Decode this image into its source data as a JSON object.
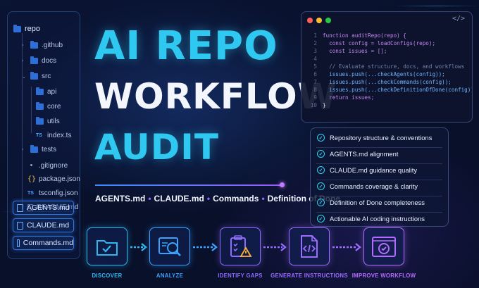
{
  "file_tree": {
    "root": "repo",
    "items": [
      {
        "label": ".github",
        "kind": "folder"
      },
      {
        "label": "docs",
        "kind": "folder"
      },
      {
        "label": "src",
        "kind": "folder"
      },
      {
        "label": "api",
        "kind": "folder"
      },
      {
        "label": "core",
        "kind": "folder"
      },
      {
        "label": "utils",
        "kind": "folder"
      },
      {
        "label": "index.ts",
        "kind": "ts"
      },
      {
        "label": "tests",
        "kind": "folder"
      },
      {
        "label": ".gitignore",
        "kind": "dotfile"
      },
      {
        "label": "package.json",
        "kind": "json"
      },
      {
        "label": "tsconfig.json",
        "kind": "ts"
      },
      {
        "label": "README.md",
        "kind": "markdown"
      }
    ],
    "highlighted": [
      "AGENTS.md",
      "CLAUDE.md",
      "Commands.md"
    ]
  },
  "title": {
    "line1": "AI REPO",
    "line2": "WORKFLOW",
    "line3": "AUDIT"
  },
  "subtitle": {
    "parts": [
      "AGENTS.md",
      "CLAUDE.md",
      "Commands",
      "Definition of Done"
    ],
    "separator": "•"
  },
  "code_window": {
    "tag": "</>",
    "lines": [
      {
        "n": "1",
        "text": "function auditRepo(repo) {"
      },
      {
        "n": "2",
        "text": "  const config = loadConfigs(repo);"
      },
      {
        "n": "3",
        "text": "  const issues = [];"
      },
      {
        "n": "4",
        "text": ""
      },
      {
        "n": "5",
        "text": "  // Evaluate structure, docs, and workflows"
      },
      {
        "n": "6",
        "text": "  issues.push(...checkAgents(config));"
      },
      {
        "n": "7",
        "text": "  issues.push(...checkCommands(config));"
      },
      {
        "n": "8",
        "text": "  issues.push(...checkDefinitionOfDone(config));"
      },
      {
        "n": "9",
        "text": "  return issues;"
      },
      {
        "n": "10",
        "text": "}"
      }
    ]
  },
  "checklist": [
    "Repository structure & conventions",
    "AGENTS.md alignment",
    "CLAUDE.md guidance quality",
    "Commands coverage & clarity",
    "Definition of Done completeness",
    "Actionable AI coding instructions"
  ],
  "workflow": [
    {
      "label": "DISCOVER",
      "icon": "folder-check-icon",
      "color": "#2fb8f0"
    },
    {
      "label": "ANALYZE",
      "icon": "code-magnifier-icon",
      "color": "#3aa3ff"
    },
    {
      "label": "IDENTIFY GAPS",
      "icon": "clipboard-warning-icon",
      "color": "#8f6cff"
    },
    {
      "label": "GENERATE INSTRUCTIONS",
      "icon": "code-document-icon",
      "color": "#9c6cff"
    },
    {
      "label": "IMPROVE WORKFLOW",
      "icon": "window-check-icon",
      "color": "#b46cff"
    }
  ],
  "colors": {
    "accent_cyan": "#2fc8f0",
    "accent_purple": "#9a5cff",
    "background": "#0a1433"
  }
}
